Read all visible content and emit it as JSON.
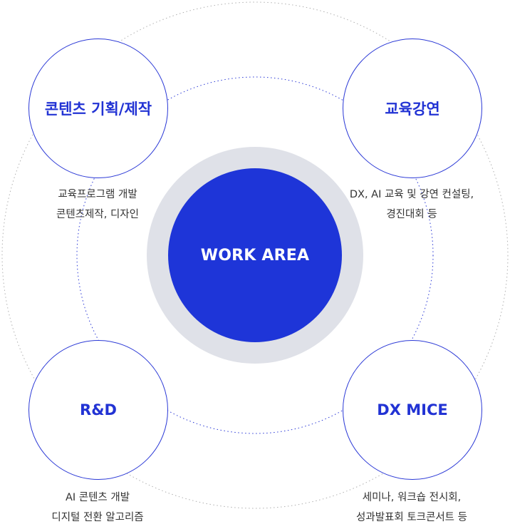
{
  "diagram": {
    "center": {
      "label": "WORK AREA"
    },
    "nodes": [
      {
        "id": "content-planning",
        "title": "콘텐츠 기획/제작",
        "description": [
          "교육프로그램 개발",
          "콘텐츠제작, 디자인"
        ]
      },
      {
        "id": "education-lecture",
        "title": "교육강연",
        "description": [
          "DX, AI 교육 및 강연 컨설팅,",
          "경진대회 등"
        ]
      },
      {
        "id": "rnd",
        "title": "R&D",
        "description": [
          "AI 콘텐츠 개발",
          "디지털 전환 알고리즘"
        ]
      },
      {
        "id": "dx-mice",
        "title": "DX MICE",
        "description": [
          "세미나, 워크숍 전시회,",
          "성과발표회 토크콘서트 등"
        ]
      }
    ]
  },
  "colors": {
    "accent": "#1e35d8",
    "node_border": "#2a38d6",
    "ring": "#dfe1e8",
    "dotted_outer": "#b0b0b0",
    "text": "#333333"
  }
}
